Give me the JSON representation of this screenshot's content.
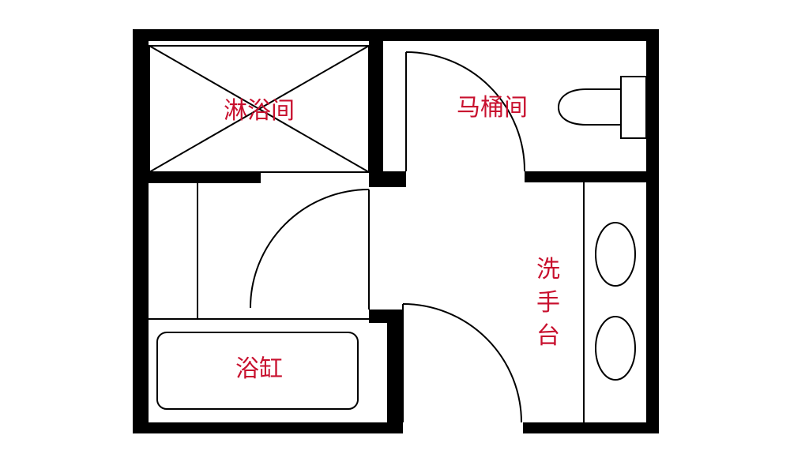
{
  "floorplan": {
    "rooms": {
      "shower": {
        "label": "淋浴间"
      },
      "toilet": {
        "label": "马桶间"
      },
      "vanity": {
        "label": "洗手台"
      },
      "bathtub": {
        "label": "浴缸"
      }
    },
    "colors": {
      "wall": "#000000",
      "line": "#000000",
      "label": "#c8102e",
      "background": "#ffffff"
    }
  }
}
